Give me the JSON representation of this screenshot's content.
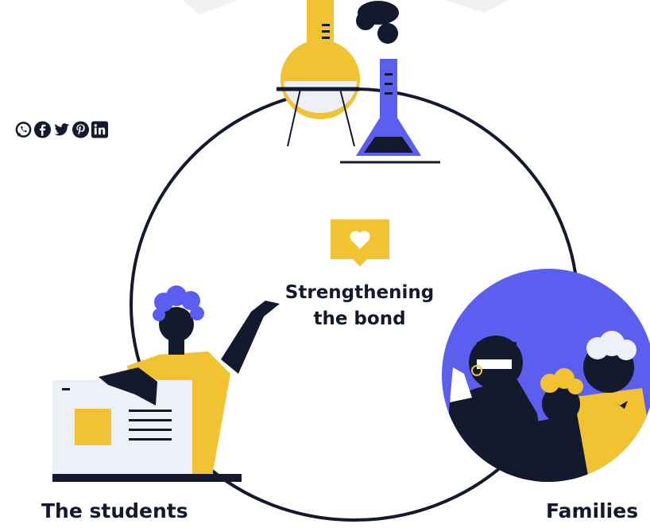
{
  "social": {
    "icons": [
      "whatsapp-icon",
      "facebook-icon",
      "twitter-icon",
      "pinterest-icon",
      "linkedin-icon"
    ]
  },
  "center": {
    "icon": "heart-speech-bubble-icon",
    "line1": "Strengthening",
    "line2": "the bond"
  },
  "nodes": {
    "students": "The students",
    "families": "Families"
  },
  "colors": {
    "navy": "#141a2e",
    "yellow": "#f1c232",
    "blue": "#5a5ff0",
    "paper": "#eef0f8"
  }
}
